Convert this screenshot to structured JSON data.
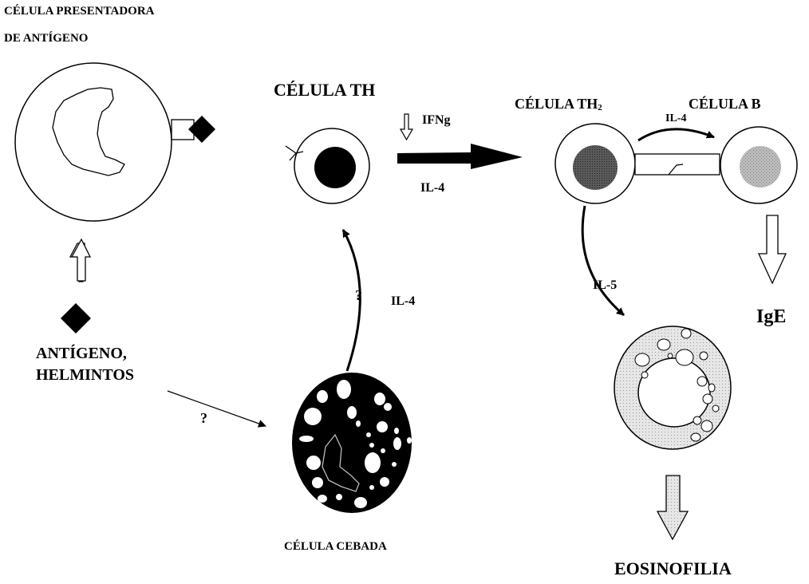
{
  "title_line1": "CÉLULA PRESENTADORA",
  "title_line2": "DE ANTÍGENO",
  "th_cell": "CÉLULA TH",
  "th2_cell": "CÉLULA TH",
  "th2_sub": "2",
  "b_cell": "CÉLULA B",
  "ifng": "IFNg",
  "il4_main": "IL-4",
  "il4_top": "IL-4",
  "il4_mast": "IL-4",
  "il5": "IL-5",
  "question_mast": "?",
  "question_antigen": "?",
  "antigen_line1": "ANTÍGENO,",
  "antigen_line2": "HELMINTOS",
  "mast_cell": "CÉLULA CEBADA",
  "ige": "IgE",
  "eosinofilia": "EOSINOFILIA"
}
